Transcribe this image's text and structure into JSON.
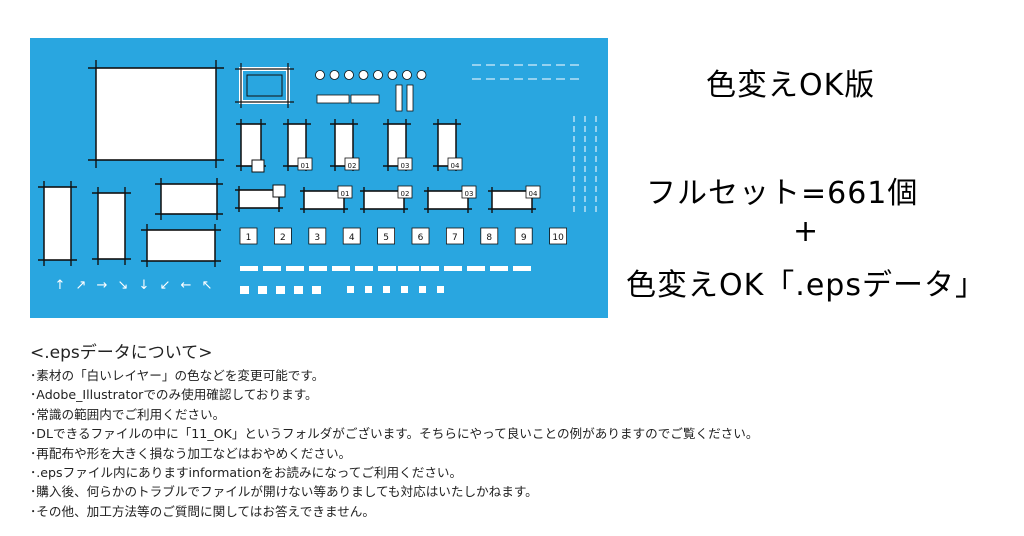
{
  "preview": {
    "background_color": "#29a6e0",
    "frame_color": "#ffffff",
    "line_color": "#111111",
    "numbered_tabs": [
      "01",
      "02",
      "03",
      "04"
    ],
    "number_boxes": [
      "1",
      "2",
      "3",
      "4",
      "5",
      "6",
      "7",
      "8",
      "9",
      "10"
    ],
    "icons": [
      "key-icon",
      "pin-icon",
      "lightbulb-icon",
      "mail-icon",
      "open-mail-icon",
      "star-icon",
      "heart-icon",
      "tag-icon"
    ],
    "arrow_icons": [
      "arrow-up-icon",
      "arrow-up-right-icon",
      "arrow-right-icon",
      "arrow-down-right-icon",
      "arrow-down-icon",
      "arrow-down-left-icon",
      "arrow-left-icon",
      "arrow-up-left-icon"
    ]
  },
  "headline": {
    "edition": "色変えOK版",
    "fullset": "フルセット=661個",
    "plus": "+",
    "eps_data": "色変えOK「.epsデータ」"
  },
  "about": {
    "heading": "<.epsデータについて>",
    "notes": [
      "･素材の「白いレイヤー」の色などを変更可能です。",
      "･Adobe_Illustratorでのみ使用確認しております。",
      "･常識の範囲内でご利用ください。",
      "･DLできるファイルの中に「11_OK」というフォルダがございます。そちらにやって良いことの例がありますのでご覧ください。",
      "･再配布や形を大きく損なう加工などはおやめください。",
      "･.epsファイル内にありますinformationをお読みになってご利用ください。",
      "･購入後、何らかのトラブルでファイルが開けない等ありましても対応はいたしかねます。",
      "･その他、加工方法等のご質問に関してはお答えできません。"
    ]
  }
}
